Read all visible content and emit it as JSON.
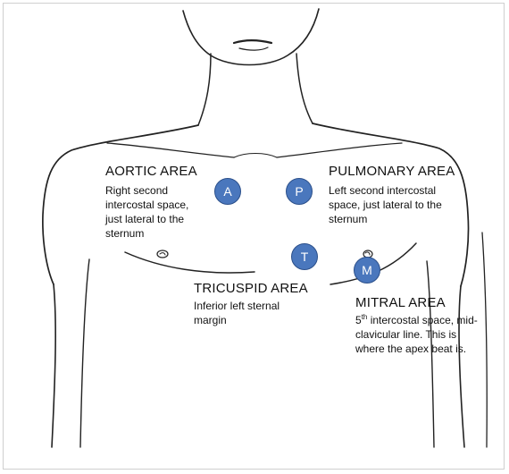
{
  "markers": {
    "aortic": "A",
    "pulmonary": "P",
    "tricuspid": "T",
    "mitral": "M"
  },
  "areas": {
    "aortic": {
      "title": "AORTIC AREA",
      "lines": [
        "Right second",
        "intercostal space,",
        "just lateral to the",
        "sternum"
      ]
    },
    "pulmonary": {
      "title": "PULMONARY AREA",
      "lines": [
        "Left second intercostal",
        "space, just lateral to the",
        "sternum"
      ]
    },
    "tricuspid": {
      "title": "TRICUSPID AREA",
      "lines": [
        "Inferior left sternal",
        "margin"
      ]
    },
    "mitral": {
      "title": "MITRAL AREA",
      "line1_number": "5",
      "line1_superscript": "th",
      "line1_rest": " intercostal space, mid-",
      "lines": [
        "clavicular line. This is",
        "where the apex beat is."
      ]
    }
  },
  "colors": {
    "marker_fill": "#4a77bd",
    "ink": "#111111"
  }
}
